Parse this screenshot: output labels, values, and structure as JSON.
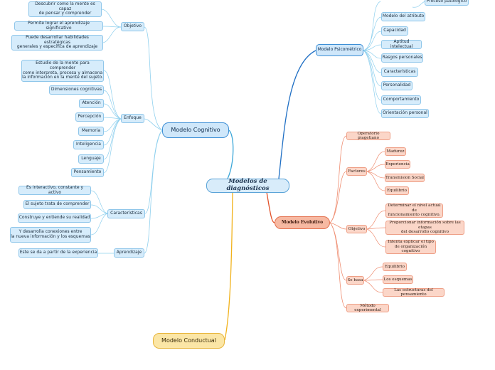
{
  "center": {
    "label": "Modelos de diagnósticos"
  },
  "cognitivo": {
    "title": "Modelo Cognitivo",
    "objetivo": {
      "label": "Objetivo",
      "items": [
        "Descubrir como la mente es capaz\nde pensar y comprender",
        "Permite lograr el aprendizaje significativo",
        "Puede desarrollar habilidades estratégicas\ngenerales y específica de aprendizaje"
      ]
    },
    "enfoque": {
      "label": "Enfoque",
      "items": [
        "Estudio de la mente para comprender\ncomo interpreta, procesa y almacena\nla información en la mente del sujeto.",
        "Dimensiones cognitivas",
        "Atención",
        "Percepción",
        "Memoria",
        "Inteligencia",
        "Lenguaje",
        "Pensamiento"
      ]
    },
    "caracteristicas": {
      "label": "Características",
      "items": [
        "Es interactivo, constante y activo",
        "El sujeto trata de comprender",
        "Construye y entiende su realidad",
        "Y desarrolla conexiones entre\nla nueva información y los esquemas"
      ]
    },
    "aprendizaje": {
      "label": "Aprendizaje",
      "items": [
        "Este se da a partir de la experiencia"
      ]
    }
  },
  "psicometrico": {
    "title": "Modelo Psicométrico",
    "items": [
      "Proceso patológico",
      "Modelo del atributo",
      "Capacidad",
      "Aptitud intelectual",
      "Rasgos personales",
      "Características",
      "Personalidad",
      "Comportamiento",
      "Orientación personal"
    ]
  },
  "evolutivo": {
    "title": "Modelo Evolutivo",
    "operatorio": "Operatorio piagetiano",
    "factores": {
      "label": "Factores",
      "items": [
        "Madurez",
        "Experiencia",
        "Transmision Social",
        "Equilibrio"
      ]
    },
    "objetivo": {
      "label": "Objetivo",
      "items": [
        "Determinar el nivel actual de\nfuncionamiento cognitivo.",
        "Proporcionar información sobre las etapas\ndel desarrollo cognitivo",
        "Intenta explicar el tipo\nde organización cognitivo"
      ]
    },
    "sebasa": {
      "label": "Se basa",
      "items": [
        "Equilibrio",
        "Los esquemas",
        "Las estructuras del pensamiento"
      ]
    },
    "metodo": "Método experimental"
  },
  "conductual": {
    "title": "Modelo Conductual"
  },
  "colors": {
    "blue_line": "#8fd0ee",
    "psico_line": "#1f6fc4",
    "peach_line": "#ef8e72",
    "evolutivo_line": "#e2522a",
    "conductual_line": "#f1b21c",
    "cognitivo_line": "#3aa6d8"
  }
}
